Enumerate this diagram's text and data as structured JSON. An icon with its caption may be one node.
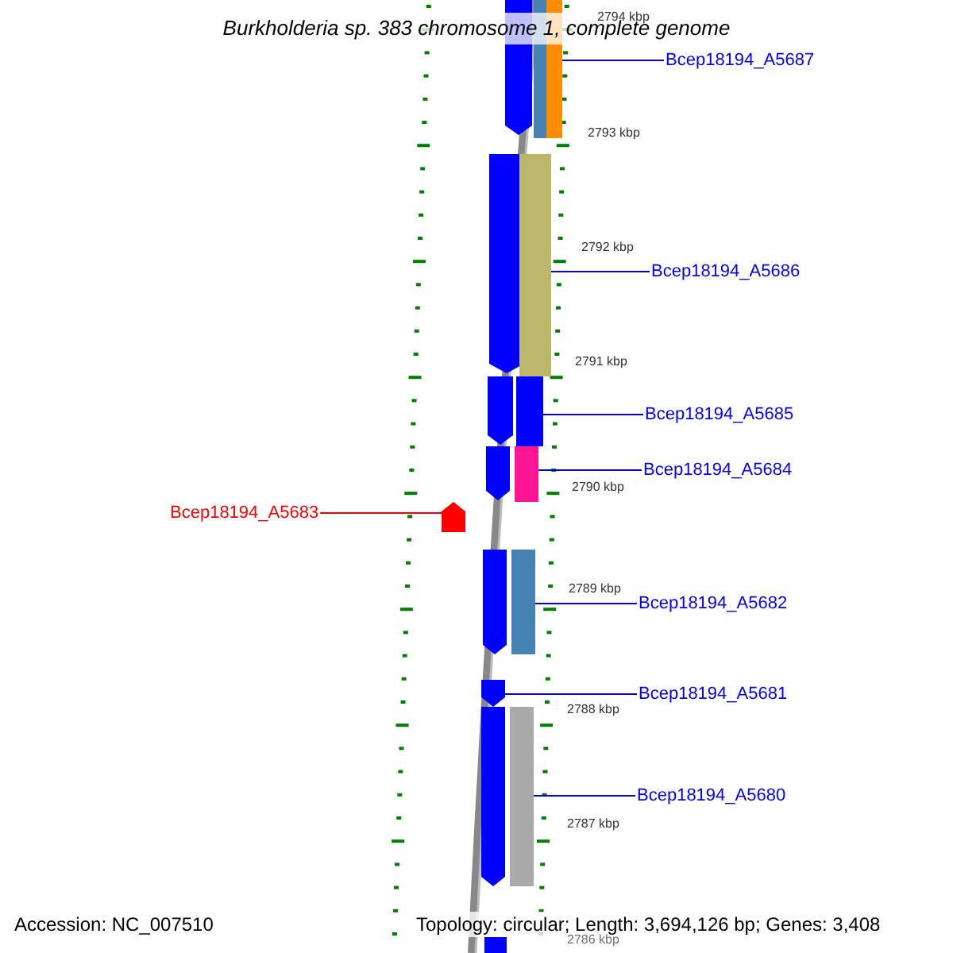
{
  "diagram": {
    "title": "Burkholderia sp. 383 chromosome 1, complete genome",
    "nodes": [
      {
        "text": [
          "Bcep18194_A5687"
        ]
      },
      {
        "text": [
          "Bcep18194_A5686"
        ]
      },
      {
        "text": [
          "Bcep18194_A5685"
        ]
      },
      {
        "text": [
          "Bcep18194_A5684"
        ]
      },
      {
        "text": [
          "Bcep18194_A5683"
        ]
      },
      {
        "text": [
          "Bcep18194_A5682"
        ]
      },
      {
        "text": [
          "Bcep18194_A5681"
        ]
      },
      {
        "text": [
          "Bcep18194_A5680"
        ]
      },
      {
        "text": [],
        "shape": "bar"
      },
      {
        "text": [],
        "shape": "bar"
      },
      {
        "text": [],
        "shape": "bar"
      },
      {
        "text": [],
        "shape": "bar"
      },
      {
        "text": [],
        "shape": "arrow"
      },
      {
        "text": [],
        "shape": "bar"
      },
      {
        "text": [],
        "shape": "arrow"
      },
      {
        "text": [],
        "shape": "bar"
      }
    ],
    "edges": [
      {
        "from": 0,
        "to": 8,
        "arrow": "none"
      },
      {
        "from": 1,
        "to": 9,
        "arrow": "none"
      },
      {
        "from": 2,
        "to": 10,
        "arrow": "none"
      },
      {
        "from": 3,
        "to": 11,
        "arrow": "none"
      },
      {
        "from": 4,
        "to": 12,
        "arrow": "none",
        "color": "#ff0000"
      },
      {
        "from": 5,
        "to": 13,
        "arrow": "none"
      },
      {
        "from": 6,
        "to": 14,
        "arrow": "none"
      },
      {
        "from": 7,
        "to": 15,
        "arrow": "none"
      }
    ],
    "labels": [
      "2794 kbp",
      "2793 kbp",
      "2792 kbp",
      "2791 kbp",
      "2790 kbp",
      "2789 kbp",
      "2788 kbp",
      "2787 kbp",
      "2786 kbp",
      "Accession: NC_007510",
      "Topology: circular; Length: 3,694,126 bp; Genes: 3,408"
    ]
  }
}
